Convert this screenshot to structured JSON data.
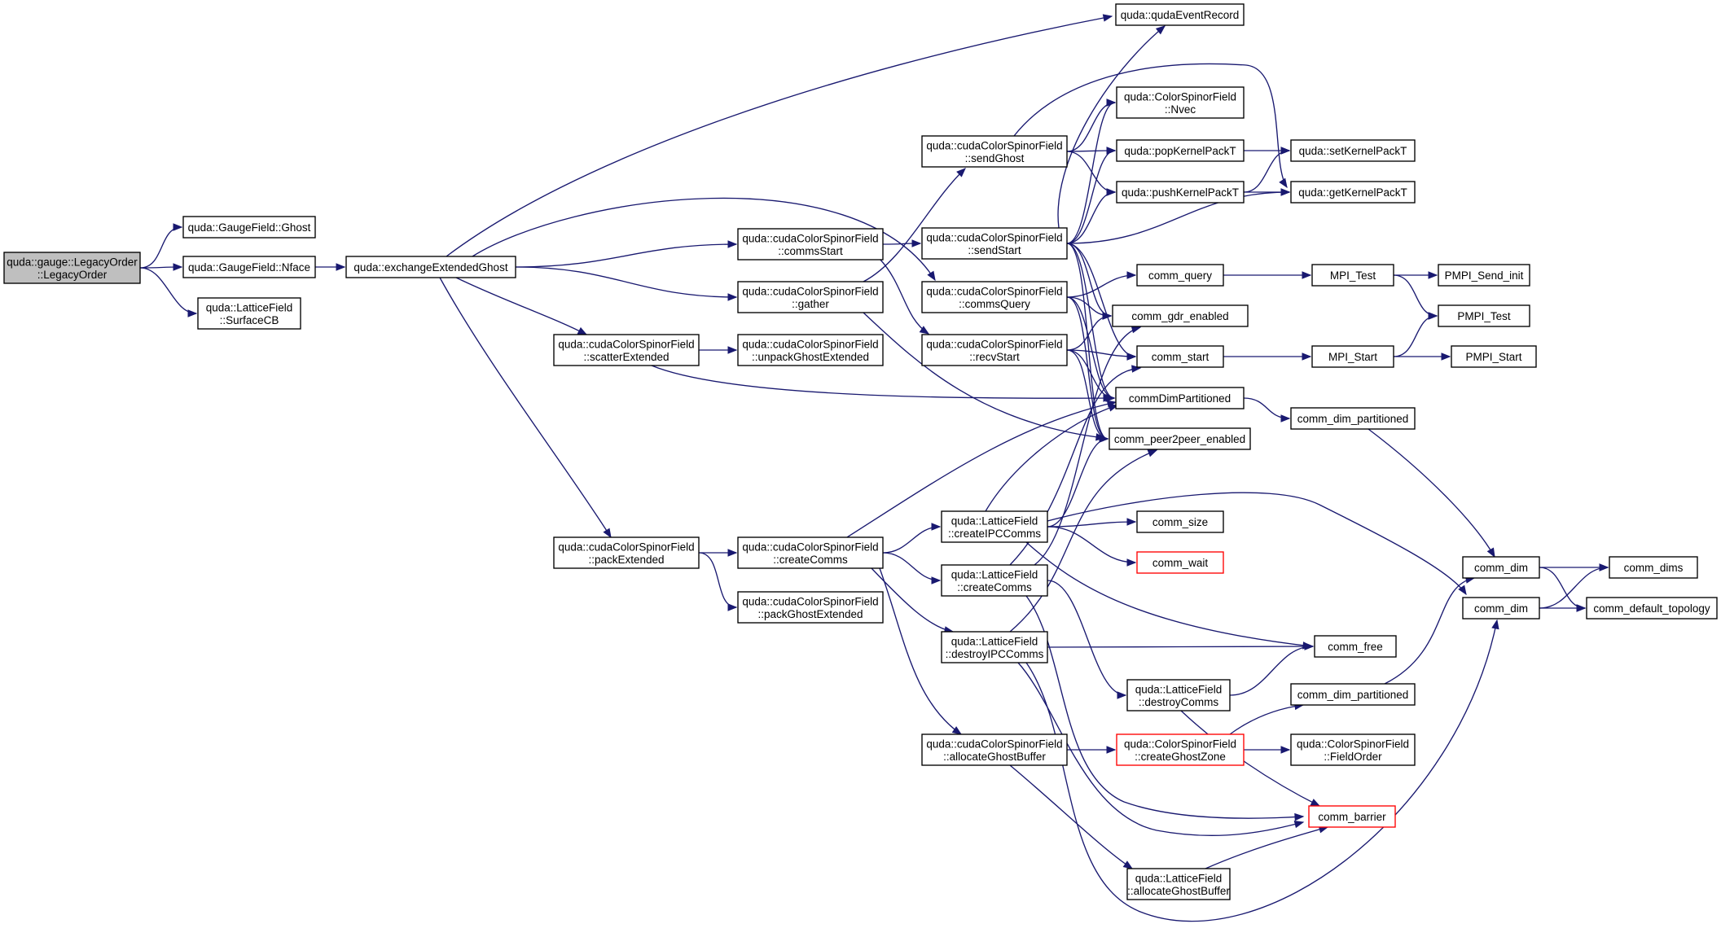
{
  "graph": {
    "type": "call-graph",
    "edge_color": "#191970",
    "root_fill": "#bfbfbf",
    "truncated_node_border": "#ff0000",
    "nodes": [
      {
        "id": "legacy",
        "lines": [
          "quda::gauge::LegacyOrder",
          "::LegacyOrder"
        ],
        "root": true
      },
      {
        "id": "gf_ghost",
        "lines": [
          "quda::GaugeField::Ghost"
        ]
      },
      {
        "id": "gf_nface",
        "lines": [
          "quda::GaugeField::Nface"
        ]
      },
      {
        "id": "lf_surfacecb",
        "lines": [
          "quda::LatticeField",
          "::SurfaceCB"
        ]
      },
      {
        "id": "exchange",
        "lines": [
          "quda::exchangeExtendedGhost"
        ]
      },
      {
        "id": "eventrecord",
        "lines": [
          "quda::qudaEventRecord"
        ]
      },
      {
        "id": "ccsf_sendghost",
        "lines": [
          "quda::cudaColorSpinorField",
          "::sendGhost"
        ]
      },
      {
        "id": "csf_nvec",
        "lines": [
          "quda::ColorSpinorField",
          "::Nvec"
        ]
      },
      {
        "id": "popkernel",
        "lines": [
          "quda::popKernelPackT"
        ]
      },
      {
        "id": "setkernel",
        "lines": [
          "quda::setKernelPackT"
        ]
      },
      {
        "id": "pushkernel",
        "lines": [
          "quda::pushKernelPackT"
        ]
      },
      {
        "id": "getkernel",
        "lines": [
          "quda::getKernelPackT"
        ]
      },
      {
        "id": "ccsf_commsstart",
        "lines": [
          "quda::cudaColorSpinorField",
          "::commsStart"
        ]
      },
      {
        "id": "ccsf_sendstart",
        "lines": [
          "quda::cudaColorSpinorField",
          "::sendStart"
        ]
      },
      {
        "id": "comm_query",
        "lines": [
          "comm_query"
        ]
      },
      {
        "id": "mpi_test",
        "lines": [
          "MPI_Test"
        ]
      },
      {
        "id": "pmpi_send_init",
        "lines": [
          "PMPI_Send_init"
        ]
      },
      {
        "id": "ccsf_gather",
        "lines": [
          "quda::cudaColorSpinorField",
          "::gather"
        ]
      },
      {
        "id": "ccsf_commsquery",
        "lines": [
          "quda::cudaColorSpinorField",
          "::commsQuery"
        ]
      },
      {
        "id": "comm_gdr",
        "lines": [
          "comm_gdr_enabled"
        ]
      },
      {
        "id": "pmpi_test",
        "lines": [
          "PMPI_Test"
        ]
      },
      {
        "id": "ccsf_scatterext",
        "lines": [
          "quda::cudaColorSpinorField",
          "::scatterExtended"
        ]
      },
      {
        "id": "ccsf_unpackghostext",
        "lines": [
          "quda::cudaColorSpinorField",
          "::unpackGhostExtended"
        ]
      },
      {
        "id": "ccsf_recvstart",
        "lines": [
          "quda::cudaColorSpinorField",
          "::recvStart"
        ]
      },
      {
        "id": "comm_start",
        "lines": [
          "comm_start"
        ]
      },
      {
        "id": "mpi_start",
        "lines": [
          "MPI_Start"
        ]
      },
      {
        "id": "pmpi_start",
        "lines": [
          "PMPI_Start"
        ]
      },
      {
        "id": "commdimpart",
        "lines": [
          "commDimPartitioned"
        ]
      },
      {
        "id": "comm_dim_part1",
        "lines": [
          "comm_dim_partitioned"
        ]
      },
      {
        "id": "comm_p2p",
        "lines": [
          "comm_peer2peer_enabled"
        ]
      },
      {
        "id": "lf_createipc",
        "lines": [
          "quda::LatticeField",
          "::createIPCComms"
        ]
      },
      {
        "id": "comm_size",
        "lines": [
          "comm_size"
        ]
      },
      {
        "id": "ccsf_packext",
        "lines": [
          "quda::cudaColorSpinorField",
          "::packExtended"
        ]
      },
      {
        "id": "ccsf_createcomms",
        "lines": [
          "quda::cudaColorSpinorField",
          "::createComms"
        ]
      },
      {
        "id": "comm_wait",
        "lines": [
          "comm_wait"
        ],
        "truncated": true
      },
      {
        "id": "comm_dim1",
        "lines": [
          "comm_dim"
        ]
      },
      {
        "id": "comm_dims",
        "lines": [
          "comm_dims"
        ]
      },
      {
        "id": "lf_createcomms",
        "lines": [
          "quda::LatticeField",
          "::createComms"
        ]
      },
      {
        "id": "comm_dim2",
        "lines": [
          "comm_dim"
        ]
      },
      {
        "id": "comm_default_topo",
        "lines": [
          "comm_default_topology"
        ]
      },
      {
        "id": "ccsf_packghostext",
        "lines": [
          "quda::cudaColorSpinorField",
          "::packGhostExtended"
        ]
      },
      {
        "id": "lf_destroyipc",
        "lines": [
          "quda::LatticeField",
          "::destroyIPCComms"
        ]
      },
      {
        "id": "comm_free",
        "lines": [
          "comm_free"
        ]
      },
      {
        "id": "lf_destroycomms",
        "lines": [
          "quda::LatticeField",
          "::destroyComms"
        ]
      },
      {
        "id": "comm_dim_part2",
        "lines": [
          "comm_dim_partitioned"
        ]
      },
      {
        "id": "ccsf_allocghost",
        "lines": [
          "quda::cudaColorSpinorField",
          "::allocateGhostBuffer"
        ]
      },
      {
        "id": "csf_createghostzone",
        "lines": [
          "quda::ColorSpinorField",
          "::createGhostZone"
        ],
        "truncated": true
      },
      {
        "id": "csf_fieldorder",
        "lines": [
          "quda::ColorSpinorField",
          "::FieldOrder"
        ]
      },
      {
        "id": "comm_barrier",
        "lines": [
          "comm_barrier"
        ],
        "truncated": true
      },
      {
        "id": "lf_allocghost",
        "lines": [
          "quda::LatticeField",
          "::allocateGhostBuffer"
        ]
      }
    ],
    "edges": [
      [
        "legacy",
        "gf_ghost"
      ],
      [
        "legacy",
        "gf_nface"
      ],
      [
        "legacy",
        "lf_surfacecb"
      ],
      [
        "gf_nface",
        "exchange"
      ],
      [
        "exchange",
        "eventrecord"
      ],
      [
        "exchange",
        "ccsf_commsquery"
      ],
      [
        "exchange",
        "ccsf_commsstart"
      ],
      [
        "exchange",
        "ccsf_gather"
      ],
      [
        "exchange",
        "ccsf_scatterext"
      ],
      [
        "exchange",
        "ccsf_packext"
      ],
      [
        "ccsf_sendghost",
        "csf_nvec"
      ],
      [
        "ccsf_sendghost",
        "popkernel"
      ],
      [
        "ccsf_sendghost",
        "pushkernel"
      ],
      [
        "ccsf_sendghost",
        "getkernel"
      ],
      [
        "popkernel",
        "setkernel"
      ],
      [
        "pushkernel",
        "setkernel"
      ],
      [
        "pushkernel",
        "getkernel"
      ],
      [
        "ccsf_commsstart",
        "ccsf_sendstart"
      ],
      [
        "ccsf_commsstart",
        "ccsf_recvstart"
      ],
      [
        "ccsf_sendstart",
        "eventrecord"
      ],
      [
        "ccsf_sendstart",
        "csf_nvec"
      ],
      [
        "ccsf_sendstart",
        "popkernel"
      ],
      [
        "ccsf_sendstart",
        "pushkernel"
      ],
      [
        "ccsf_sendstart",
        "getkernel"
      ],
      [
        "ccsf_sendstart",
        "comm_gdr"
      ],
      [
        "ccsf_sendstart",
        "comm_start"
      ],
      [
        "ccsf_sendstart",
        "commdimpart"
      ],
      [
        "ccsf_sendstart",
        "comm_p2p"
      ],
      [
        "ccsf_gather",
        "ccsf_sendghost"
      ],
      [
        "ccsf_gather",
        "comm_p2p"
      ],
      [
        "ccsf_commsquery",
        "comm_query"
      ],
      [
        "ccsf_commsquery",
        "comm_gdr"
      ],
      [
        "ccsf_commsquery",
        "commdimpart"
      ],
      [
        "ccsf_commsquery",
        "comm_p2p"
      ],
      [
        "comm_query",
        "mpi_test"
      ],
      [
        "mpi_test",
        "pmpi_send_init"
      ],
      [
        "mpi_test",
        "pmpi_test"
      ],
      [
        "ccsf_scatterext",
        "ccsf_unpackghostext"
      ],
      [
        "ccsf_scatterext",
        "commdimpart"
      ],
      [
        "ccsf_recvstart",
        "comm_gdr"
      ],
      [
        "ccsf_recvstart",
        "comm_start"
      ],
      [
        "ccsf_recvstart",
        "commdimpart"
      ],
      [
        "ccsf_recvstart",
        "comm_p2p"
      ],
      [
        "comm_start",
        "mpi_start"
      ],
      [
        "mpi_start",
        "pmpi_test"
      ],
      [
        "mpi_start",
        "pmpi_start"
      ],
      [
        "commdimpart",
        "comm_dim_part1"
      ],
      [
        "comm_dim_part1",
        "comm_dim1"
      ],
      [
        "ccsf_packext",
        "ccsf_createcomms"
      ],
      [
        "ccsf_packext",
        "ccsf_packghostext"
      ],
      [
        "ccsf_createcomms",
        "commdimpart"
      ],
      [
        "ccsf_createcomms",
        "lf_createipc"
      ],
      [
        "ccsf_createcomms",
        "lf_createcomms"
      ],
      [
        "ccsf_createcomms",
        "lf_destroyipc"
      ],
      [
        "ccsf_createcomms",
        "ccsf_allocghost"
      ],
      [
        "lf_createipc",
        "commdimpart"
      ],
      [
        "lf_createipc",
        "comm_p2p"
      ],
      [
        "lf_createipc",
        "comm_size"
      ],
      [
        "lf_createipc",
        "comm_wait"
      ],
      [
        "lf_createipc",
        "comm_dim2"
      ],
      [
        "lf_createipc",
        "comm_free"
      ],
      [
        "lf_createcomms",
        "comm_gdr"
      ],
      [
        "lf_createcomms",
        "comm_start"
      ],
      [
        "lf_createcomms",
        "lf_destroycomms"
      ],
      [
        "lf_createcomms",
        "comm_barrier"
      ],
      [
        "lf_destroyipc",
        "comm_p2p"
      ],
      [
        "lf_destroyipc",
        "comm_free"
      ],
      [
        "lf_destroyipc",
        "comm_barrier"
      ],
      [
        "lf_destroyipc",
        "comm_dim2"
      ],
      [
        "lf_destroycomms",
        "comm_free"
      ],
      [
        "lf_destroycomms",
        "comm_barrier"
      ],
      [
        "ccsf_allocghost",
        "csf_createghostzone"
      ],
      [
        "ccsf_allocghost",
        "lf_allocghost"
      ],
      [
        "csf_createghostzone",
        "comm_dim_part2"
      ],
      [
        "csf_createghostzone",
        "csf_fieldorder"
      ],
      [
        "comm_dim_part2",
        "comm_dim1"
      ],
      [
        "lf_allocghost",
        "comm_barrier"
      ],
      [
        "comm_dim1",
        "comm_dims"
      ],
      [
        "comm_dim1",
        "comm_default_topo"
      ],
      [
        "comm_dim2",
        "comm_dims"
      ],
      [
        "comm_dim2",
        "comm_default_topo"
      ]
    ]
  }
}
